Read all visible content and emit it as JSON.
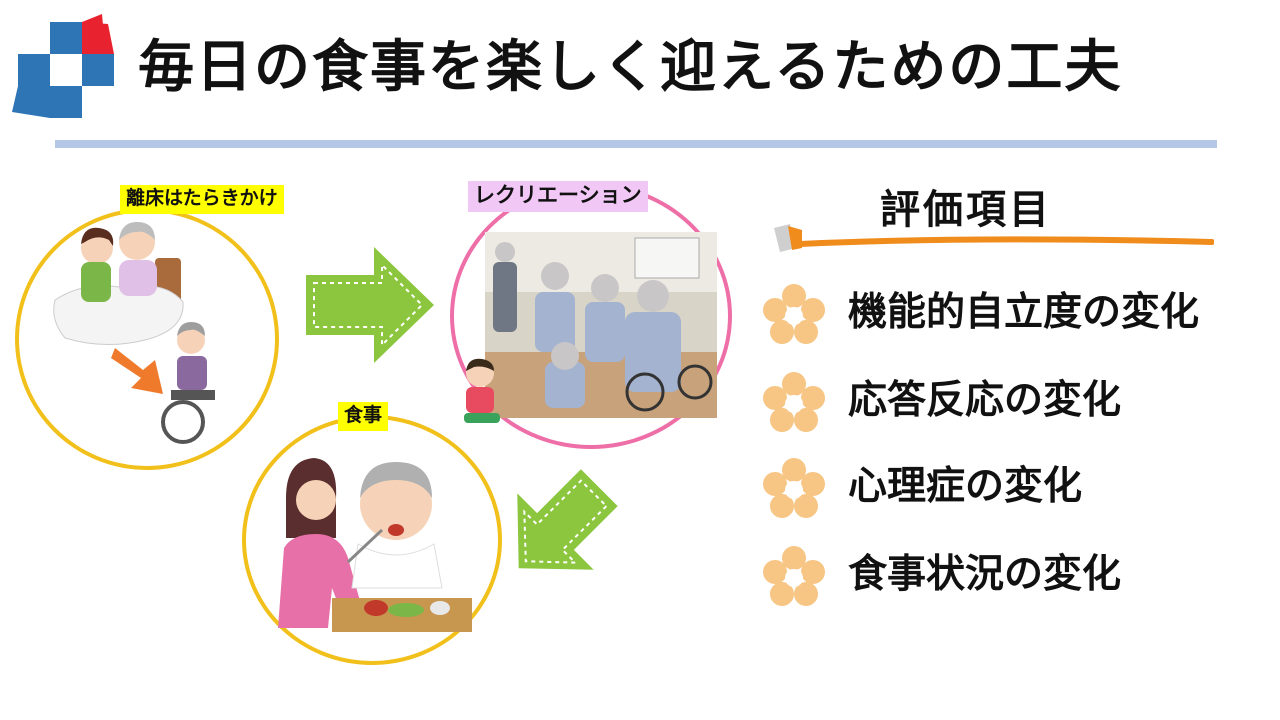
{
  "title": "毎日の食事を楽しく迎えるための工夫",
  "cycle": {
    "rise_label": "離床はたらきかけ",
    "recreation_label": "レクリエーション",
    "meal_label": "食事"
  },
  "evaluation": {
    "heading": "評価項目",
    "items": [
      {
        "label": "機能的自立度の変化"
      },
      {
        "label": "応答反応の変化"
      },
      {
        "label": "心理症の変化"
      },
      {
        "label": "食事状況の変化"
      }
    ]
  },
  "colors": {
    "logo_red": "#e8232f",
    "logo_blue": "#2e75b6",
    "divider": "#b4c7e7",
    "circle_yellow": "#f2c01a",
    "circle_pink": "#ee6fa7",
    "arrow_green": "#8cc63f",
    "flower_orange": "#f7c584",
    "brush_orange": "#f08c1c",
    "label_yellow": "#ffff00",
    "label_pink": "#f1c8f5"
  }
}
